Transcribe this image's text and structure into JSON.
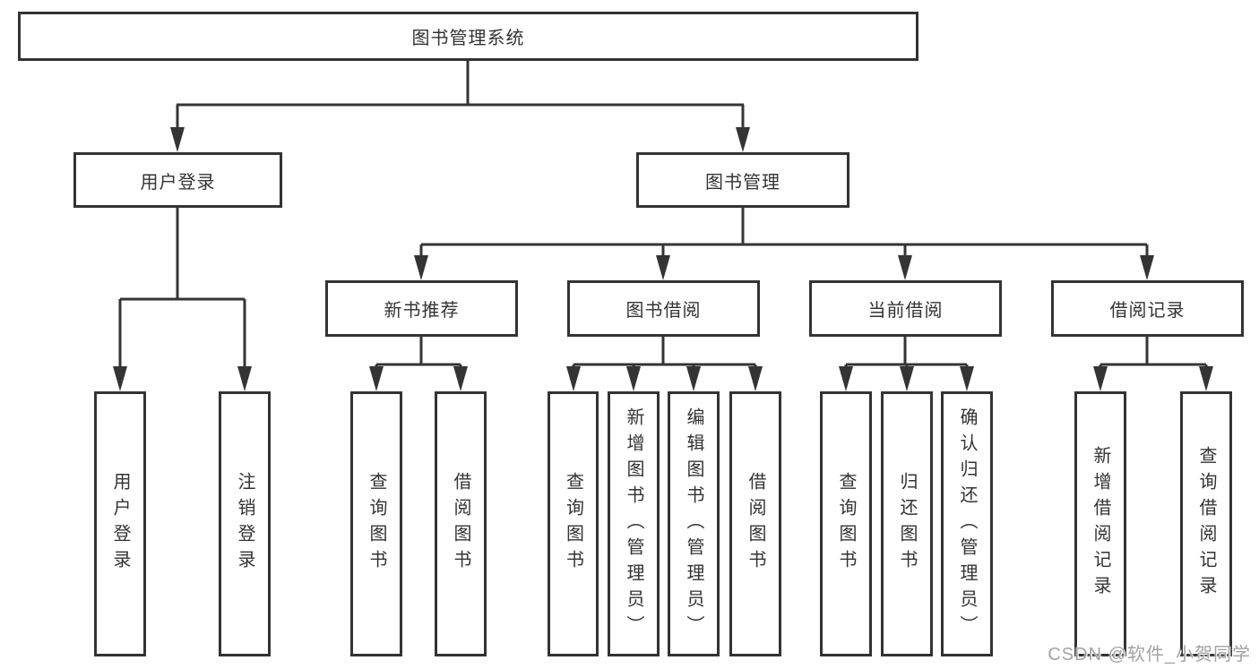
{
  "diagram": {
    "root": {
      "label": "图书管理系统"
    },
    "level2": [
      {
        "label": "用户登录"
      },
      {
        "label": "图书管理"
      }
    ],
    "level3": [
      {
        "label": "新书推荐"
      },
      {
        "label": "图书借阅"
      },
      {
        "label": "当前借阅"
      },
      {
        "label": "借阅记录"
      }
    ],
    "leaves": {
      "login": [
        {
          "label": "用户登录"
        },
        {
          "label": "注销登录"
        }
      ],
      "recommend": [
        {
          "label": "查询图书"
        },
        {
          "label": "借阅图书"
        }
      ],
      "borrow": [
        {
          "label": "查询图书"
        },
        {
          "label": "新增图书（管理员）"
        },
        {
          "label": "编辑图书（管理员）"
        },
        {
          "label": "借阅图书"
        }
      ],
      "current": [
        {
          "label": "查询图书"
        },
        {
          "label": "归还图书"
        },
        {
          "label": "确认归还（管理员）"
        }
      ],
      "records": [
        {
          "label": "新增借阅记录"
        },
        {
          "label": "查询借阅记录"
        }
      ]
    },
    "watermark": "CSDN @软件_小贺同学",
    "colors": {
      "line": "#343434",
      "text": "#333333",
      "box_background": "#ffffff",
      "watermark": "#a3a3a3",
      "background": "#ffffff"
    }
  }
}
